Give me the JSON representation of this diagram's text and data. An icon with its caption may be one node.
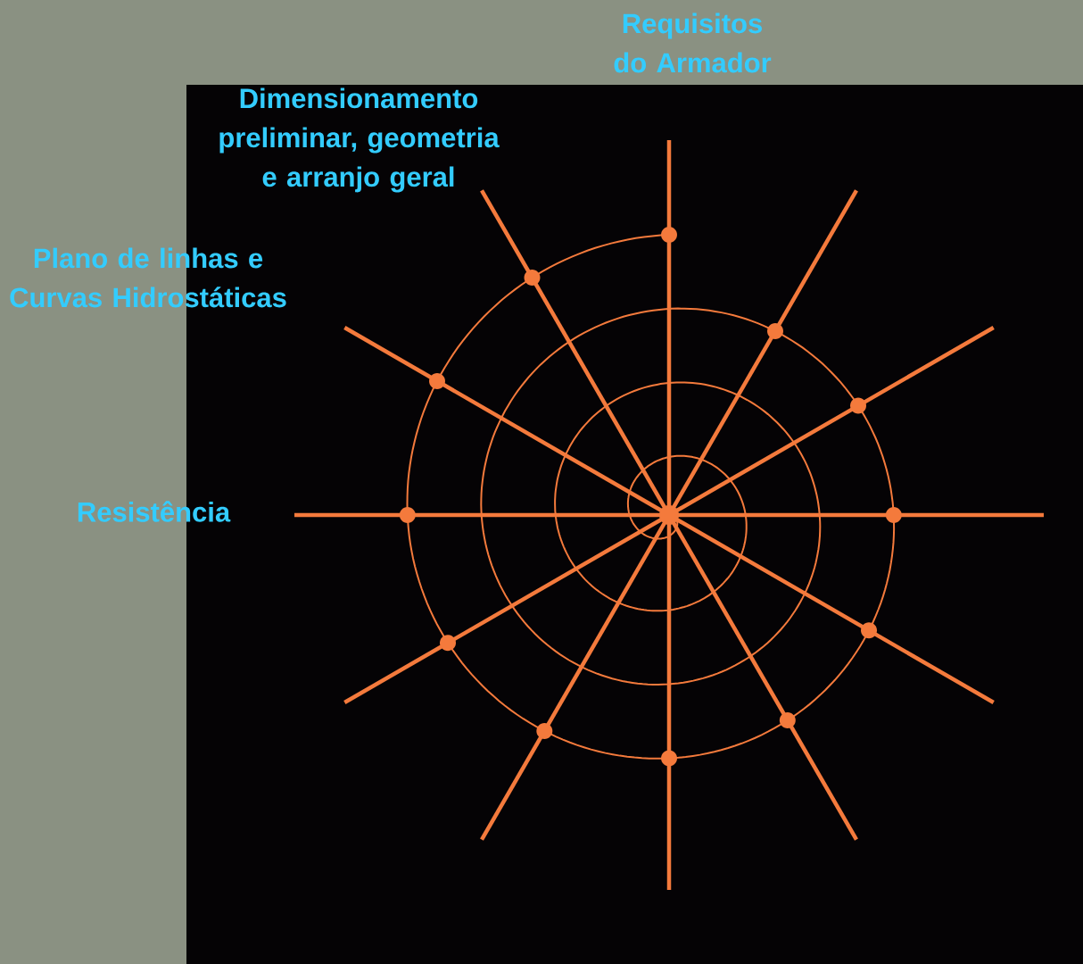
{
  "diagram": {
    "labels": [
      "Requisitos do Armador",
      "Dimensionamento preliminar, geometria e arranjo geral",
      "Plano de linhas e Curvas Hidrostáticas",
      "Resistência"
    ]
  }
}
